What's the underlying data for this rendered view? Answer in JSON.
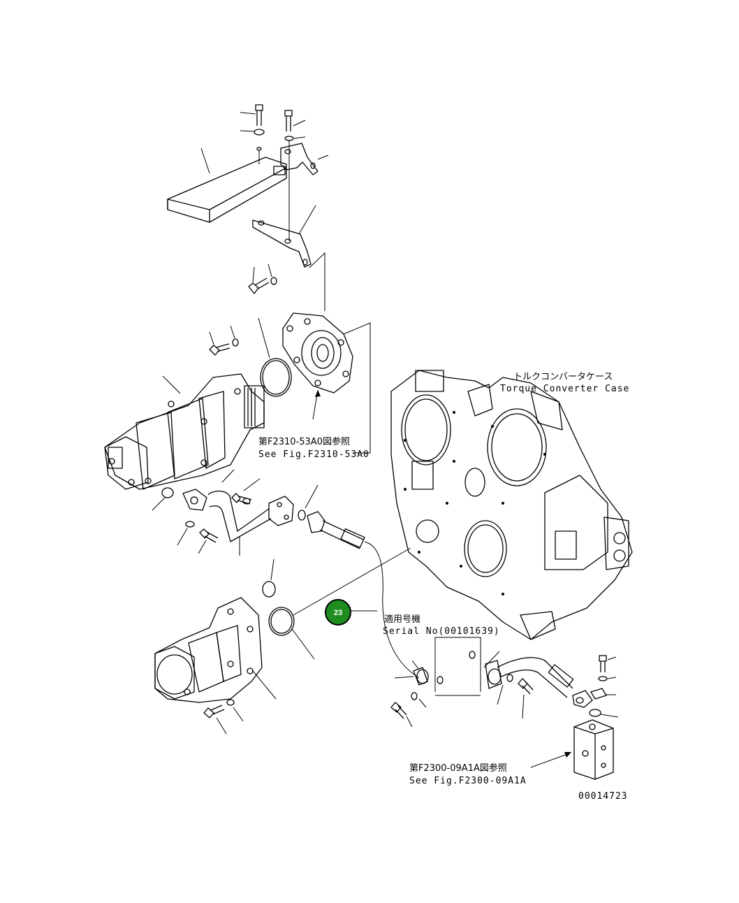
{
  "labels": {
    "converter_case_jp": "トルクコンバータケース",
    "converter_case_en": "Torque Converter Case",
    "ref1_jp": "第F2310-53A0図参照",
    "ref1_en": "See Fig.F2310-53A0",
    "ref2_jp": "第F2300-09A1A図参照",
    "ref2_en": "See Fig.F2300-09A1A",
    "serial_jp": "適用号機",
    "serial_en": "Serial No(00101639)",
    "drawing_number": "00014723"
  },
  "callouts": [
    {
      "number": "23",
      "color": "#1e8c1e"
    }
  ]
}
